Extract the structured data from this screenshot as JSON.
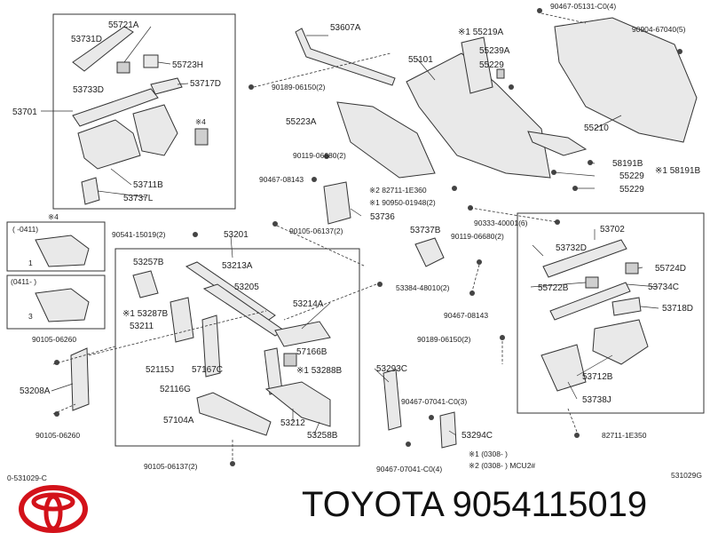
{
  "labels": {
    "p55721A": "55721A",
    "p53731D": "53731D",
    "p55723H": "55723H",
    "p53733D": "53733D",
    "p53717D": "53717D",
    "p53701": "53701",
    "n4a": "※4",
    "p53711B": "53711B",
    "p53737L": "53737L",
    "p53607A": "53607A",
    "b90189a": "90189-06150(2)",
    "p55219A": "※1 55219A",
    "p55239A": "55239A",
    "p55101": "55101",
    "p55229a": "55229",
    "p55223A": "55223A",
    "b90119a": "90119-06680(2)",
    "b90467a": "90467-08143",
    "p82711": "※2 82711-1E360",
    "b190950": "※1 90950-01948(2)",
    "p53736": "53736",
    "b90467top": "90467-05131-C0(4)",
    "b90904": "90904-67040(5)",
    "p55210": "55210",
    "p58191B": "58191B",
    "p58191Br": "※1  58191B",
    "p55229b": "55229",
    "p55229c": "55229",
    "b90333": "90333-40001(6)",
    "n4b": "※4",
    "r0411a": "(        -0411)",
    "r0411b": "(0411-          )",
    "n1": "1",
    "n3": "3",
    "b90541": "90541-15019(2)",
    "p53201": "53201",
    "b90105a": "90105-06137(2)",
    "p53737B": "53737B",
    "b90119b": "90119-06680(2)",
    "p53702": "53702",
    "p53257B": "53257B",
    "p53213A": "53213A",
    "p53205": "53205",
    "b53384": "53384-48010(2)",
    "p53732D": "53732D",
    "p55724D": "55724D",
    "p55722B": "55722B",
    "p53734C": "53734C",
    "p53287B": "※1 53287B",
    "p53211": "53211",
    "p53214A": "53214A",
    "b90467b": "90467-08143",
    "p53718D": "53718D",
    "b90105b": "90105-06260",
    "b90189b": "90189-06150(2)",
    "p57166B": "57166B",
    "p52115J": "52115J",
    "p57167C": "57167C",
    "p53288B": "※1 53288B",
    "p53293C": "53293C",
    "p53712B": "53712B",
    "p53208A": "53208A",
    "p52116G": "52116G",
    "b90467c": "90467-07041-C0(3)",
    "p53738J": "53738J",
    "p57104A": "57104A",
    "p53212": "53212",
    "p53258B": "53258B",
    "b90105c": "90105-06260",
    "p53294C": "53294C",
    "p82711b": "82711-1E350",
    "b90105d": "90105-06137(2)",
    "b90467d": "90467-07041-C0(4)",
    "n1note": "※1 (0308-          )",
    "n2note": "※2 (0308-          ) MCU2#",
    "code_left": "0-531029-C",
    "code_right": "531029G",
    "brand": "TOYOTA 9054115019"
  }
}
